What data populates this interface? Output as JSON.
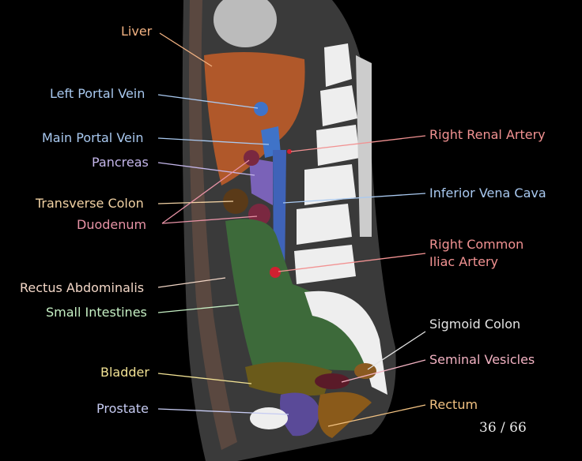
{
  "labels": {
    "liver": "Liver",
    "left_portal_vein": "Left Portal Vein",
    "main_portal_vein": "Main Portal Vein",
    "pancreas": "Pancreas",
    "transverse_colon": "Transverse Colon",
    "duodenum": "Duodenum",
    "rectus_abdominalis": "Rectus Abdominalis",
    "small_intestines": "Small Intestines",
    "bladder": "Bladder",
    "prostate": "Prostate",
    "right_renal_artery": "Right Renal Artery",
    "inferior_vena_cava": "Inferior Vena Cava",
    "right_common_iliac_artery_1": "Right Common",
    "right_common_iliac_artery_2": "Iliac Artery",
    "sigmoid_colon": "Sigmoid Colon",
    "seminal_vesicles": "Seminal Vesicles",
    "rectum": "Rectum"
  },
  "slice_counter": "36 / 66",
  "colors": {
    "liver": "#f2b282",
    "vein": "#a9c9f0",
    "pancreas": "#c4b6ea",
    "colon": "#f2d2a4",
    "duodenum": "#e893a6",
    "muscle": "#f2d6c6",
    "intestine": "#c6f0c4",
    "bladder": "#f2e294",
    "prostate": "#c6cbf2",
    "artery": "#f29292",
    "sigmoid": "#e4e4e4",
    "vesicles": "#f2b2c2",
    "rectum": "#f2c282"
  }
}
